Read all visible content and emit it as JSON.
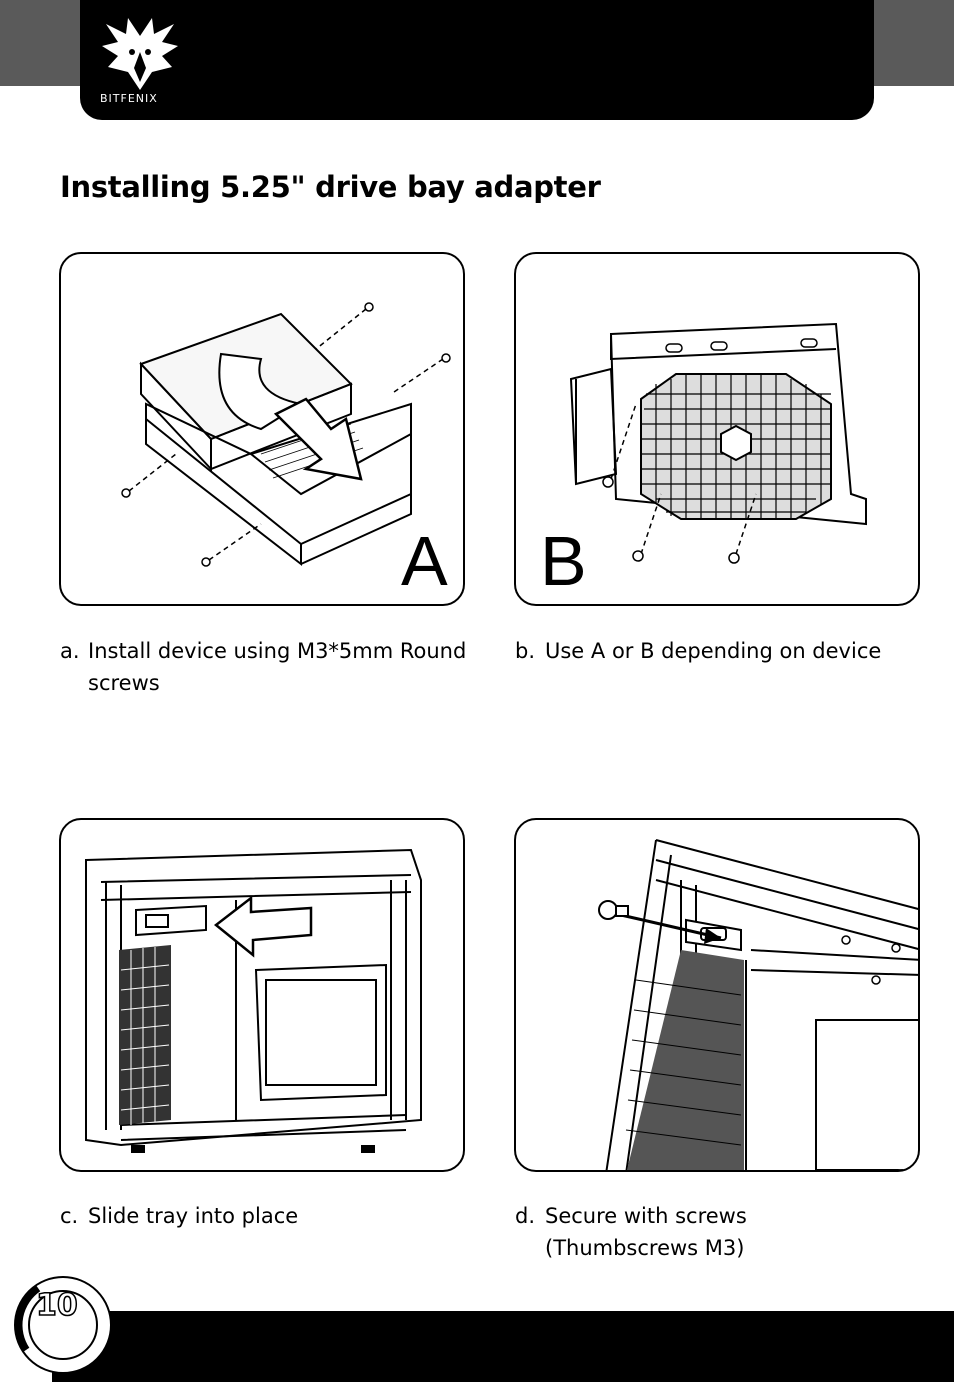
{
  "header": {
    "brand": "BITFENIX"
  },
  "page": {
    "title": "Installing 5.25\" drive bay adapter",
    "number": "10"
  },
  "panels": [
    {
      "letter": "A"
    },
    {
      "letter": "B"
    },
    {
      "letter": ""
    },
    {
      "letter": ""
    }
  ],
  "captions": [
    {
      "marker": "a.",
      "text": "Install device using M3*5mm Round screws"
    },
    {
      "marker": "b.",
      "text": "Use A or B depending on device"
    },
    {
      "marker": "c.",
      "text": "Slide tray into place"
    },
    {
      "marker": "d.",
      "text": "Secure with screws (Thumbscrews M3)"
    }
  ]
}
